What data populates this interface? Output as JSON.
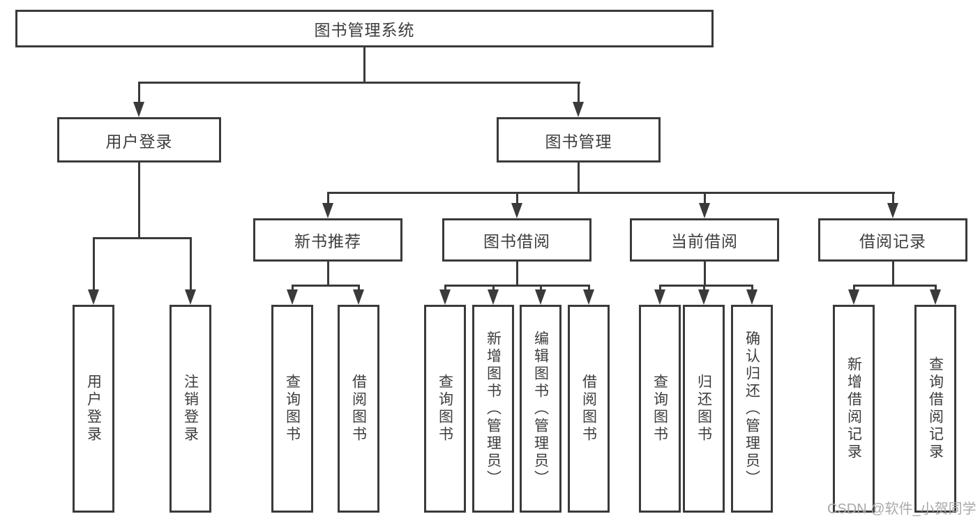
{
  "diagram": {
    "type": "hierarchy-tree",
    "title": "图书管理系统"
  },
  "nodes": {
    "root": "图书管理系统",
    "user_login": "用户登录",
    "book_management": "图书管理",
    "new_book_recommendation": "新书推荐",
    "book_borrowing": "图书借阅",
    "current_borrowing": "当前借阅",
    "borrowing_records": "借阅记录",
    "leaf_user_login": "用户登录",
    "leaf_logout": "注销登录",
    "leaf_query_books_recommend": "查询图书",
    "leaf_borrow_books_recommend": "借阅图书",
    "leaf_query_books_borrow": "查询图书",
    "leaf_add_books_admin": "新增图书（管理员）",
    "leaf_edit_books_admin": "编辑图书（管理员）",
    "leaf_borrow_books_borrow": "借阅图书",
    "leaf_query_books_current": "查询图书",
    "leaf_return_books": "归还图书",
    "leaf_confirm_return_admin": "确认归还（管理员）",
    "leaf_add_borrow_record": "新增借阅记录",
    "leaf_query_borrow_record": "查询借阅记录"
  },
  "structure": {
    "图书管理系统": [
      "用户登录",
      "图书管理"
    ],
    "用户登录": [
      "用户登录",
      "注销登录"
    ],
    "图书管理": [
      "新书推荐",
      "图书借阅",
      "当前借阅",
      "借阅记录"
    ],
    "新书推荐": [
      "查询图书",
      "借阅图书"
    ],
    "图书借阅": [
      "查询图书",
      "新增图书（管理员）",
      "编辑图书（管理员）",
      "借阅图书"
    ],
    "当前借阅": [
      "查询图书",
      "归还图书",
      "确认归还（管理员）"
    ],
    "借阅记录": [
      "新增借阅记录",
      "查询借阅记录"
    ]
  },
  "watermark": "CSDN @软件_小贺同学",
  "colors": {
    "line": "#3a3a3a",
    "text": "#3d3d3d",
    "watermark": "#a9a9a9",
    "background": "#ffffff"
  }
}
